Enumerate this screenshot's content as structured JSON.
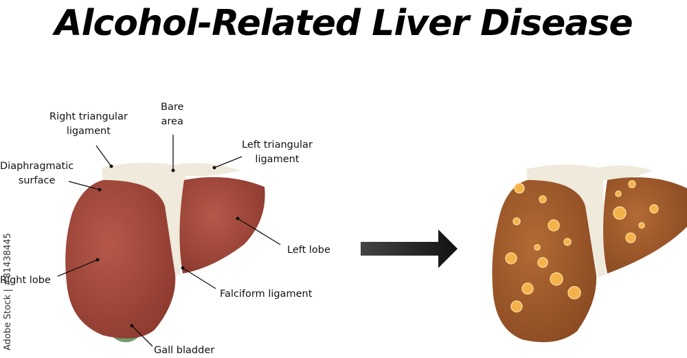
{
  "title": "Alcohol-Related Liver Disease",
  "labels": {
    "right_triangular_ligament": [
      "Right triangular",
      "ligament"
    ],
    "bare_area": [
      "Bare",
      "area"
    ],
    "left_triangular_ligament": [
      "Left triangular",
      "ligament"
    ],
    "diaphragmatic_surface": [
      "Diaphragmatic",
      "surface"
    ],
    "left_lobe": "Left lobe",
    "right_lobe": "Right lobe",
    "falciform_ligament": "Falciform ligament",
    "gall_bladder": "Gall bladder"
  },
  "watermark": "Adobe Stock | #81438445",
  "colors": {
    "healthy_liver": "#a84a3c",
    "diseased_liver": "#a85d2e",
    "ligament": "#efeadb",
    "gall_bladder": "#6e9b70",
    "fat_deposit": "#f5b24a",
    "arrow": "#222222"
  }
}
